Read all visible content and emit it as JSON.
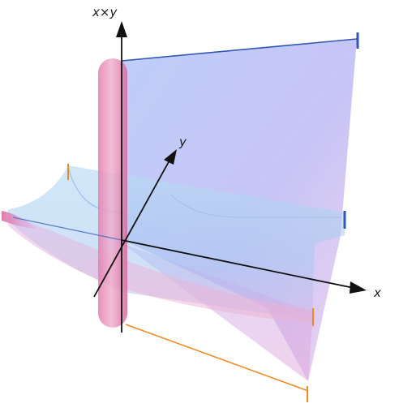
{
  "labels": {
    "z_axis": "x×y",
    "y_axis": "y",
    "x_axis": "x"
  },
  "colors": {
    "axis": "#111111",
    "blue_edge": "#2f56b8",
    "orange_edge": "#f08a24",
    "surface_blue": "#8f9ef0",
    "surface_pink": "#e79ac8",
    "tube_pink": "#e0709f"
  }
}
